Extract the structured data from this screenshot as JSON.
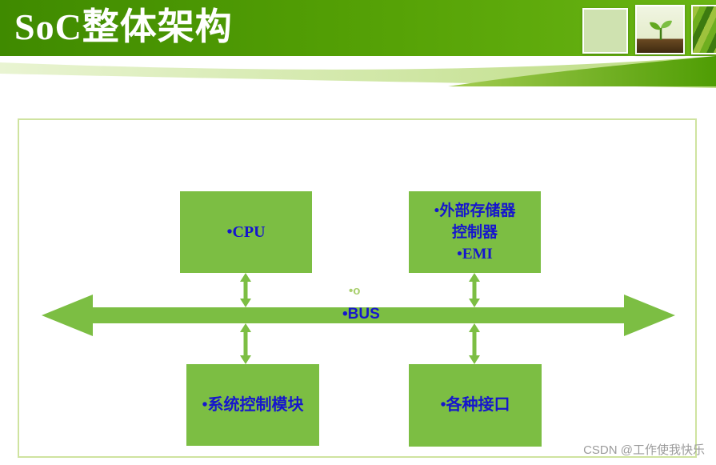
{
  "slide": {
    "title": "SoC整体架构",
    "watermark": "CSDN @工作使我快乐"
  },
  "diagram": {
    "cpu_box": {
      "label": "•CPU"
    },
    "memory_controller_box": {
      "line1": "•外部存储器",
      "line2": "控制器",
      "line3": "•EMI"
    },
    "system_control_box": {
      "label": "•系统控制模块"
    },
    "interface_box": {
      "label": "•各种接口"
    },
    "bus": {
      "tick_label": "•o",
      "label": "•BUS"
    }
  },
  "colors": {
    "box_green": "#7cbe43",
    "label_blue": "#1616cd",
    "header_green": "#51a004",
    "frame_border": "#cfe3a0",
    "bus_tick": "#a9cf6e",
    "watermark_gray": "#9b9b9b"
  }
}
